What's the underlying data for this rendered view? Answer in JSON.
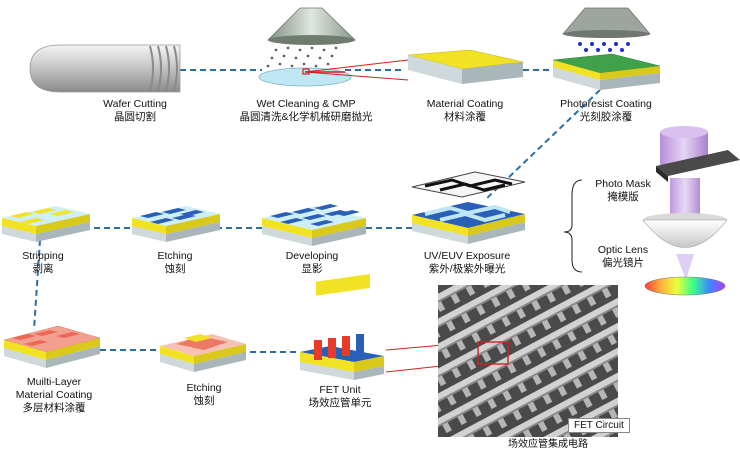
{
  "steps": {
    "wafer_cutting": {
      "en": "Wafer Cutting",
      "cn": "晶圆切割"
    },
    "wet_cleaning": {
      "en": "Wet Cleaning & CMP",
      "cn": "晶圆清洗&化学机械研磨抛光"
    },
    "material_coating": {
      "en": "Material Coating",
      "cn": "材料涂覆"
    },
    "photoresist_coating": {
      "en": "Photoresist Coating",
      "cn": "光刻胶涂覆"
    },
    "uv_exposure": {
      "en": "UV/EUV Exposure",
      "cn": "紫外/极紫外曝光"
    },
    "developing": {
      "en": "Developing",
      "cn": "显影"
    },
    "etching_1": {
      "en": "Etching",
      "cn": "蚀刻"
    },
    "stripping": {
      "en": "Stripping",
      "cn": "剥离"
    },
    "multi_layer": {
      "en1": "Muilti-Layer",
      "en2": "Material Coating",
      "cn": "多层材料涂覆"
    },
    "etching_2": {
      "en": "Etching",
      "cn": "蚀刻"
    },
    "fet_unit": {
      "en": "FET Unit",
      "cn": "场效应管单元"
    }
  },
  "optics": {
    "photo_mask": {
      "en": "Photo Mask",
      "cn": "掩模版"
    },
    "optic_lens": {
      "en": "Optic Lens",
      "cn": "偏光镜片"
    }
  },
  "sem": {
    "tag": "FET Circuit",
    "caption": "场效应管集成电路"
  },
  "colors": {
    "flow": "#2e6da4",
    "callout": "#d42020",
    "yellow": "#f2e224",
    "blue": "#2a5fb8",
    "teal": "#5fb7c9",
    "green": "#3fa24a",
    "red": "#e83a2a"
  }
}
